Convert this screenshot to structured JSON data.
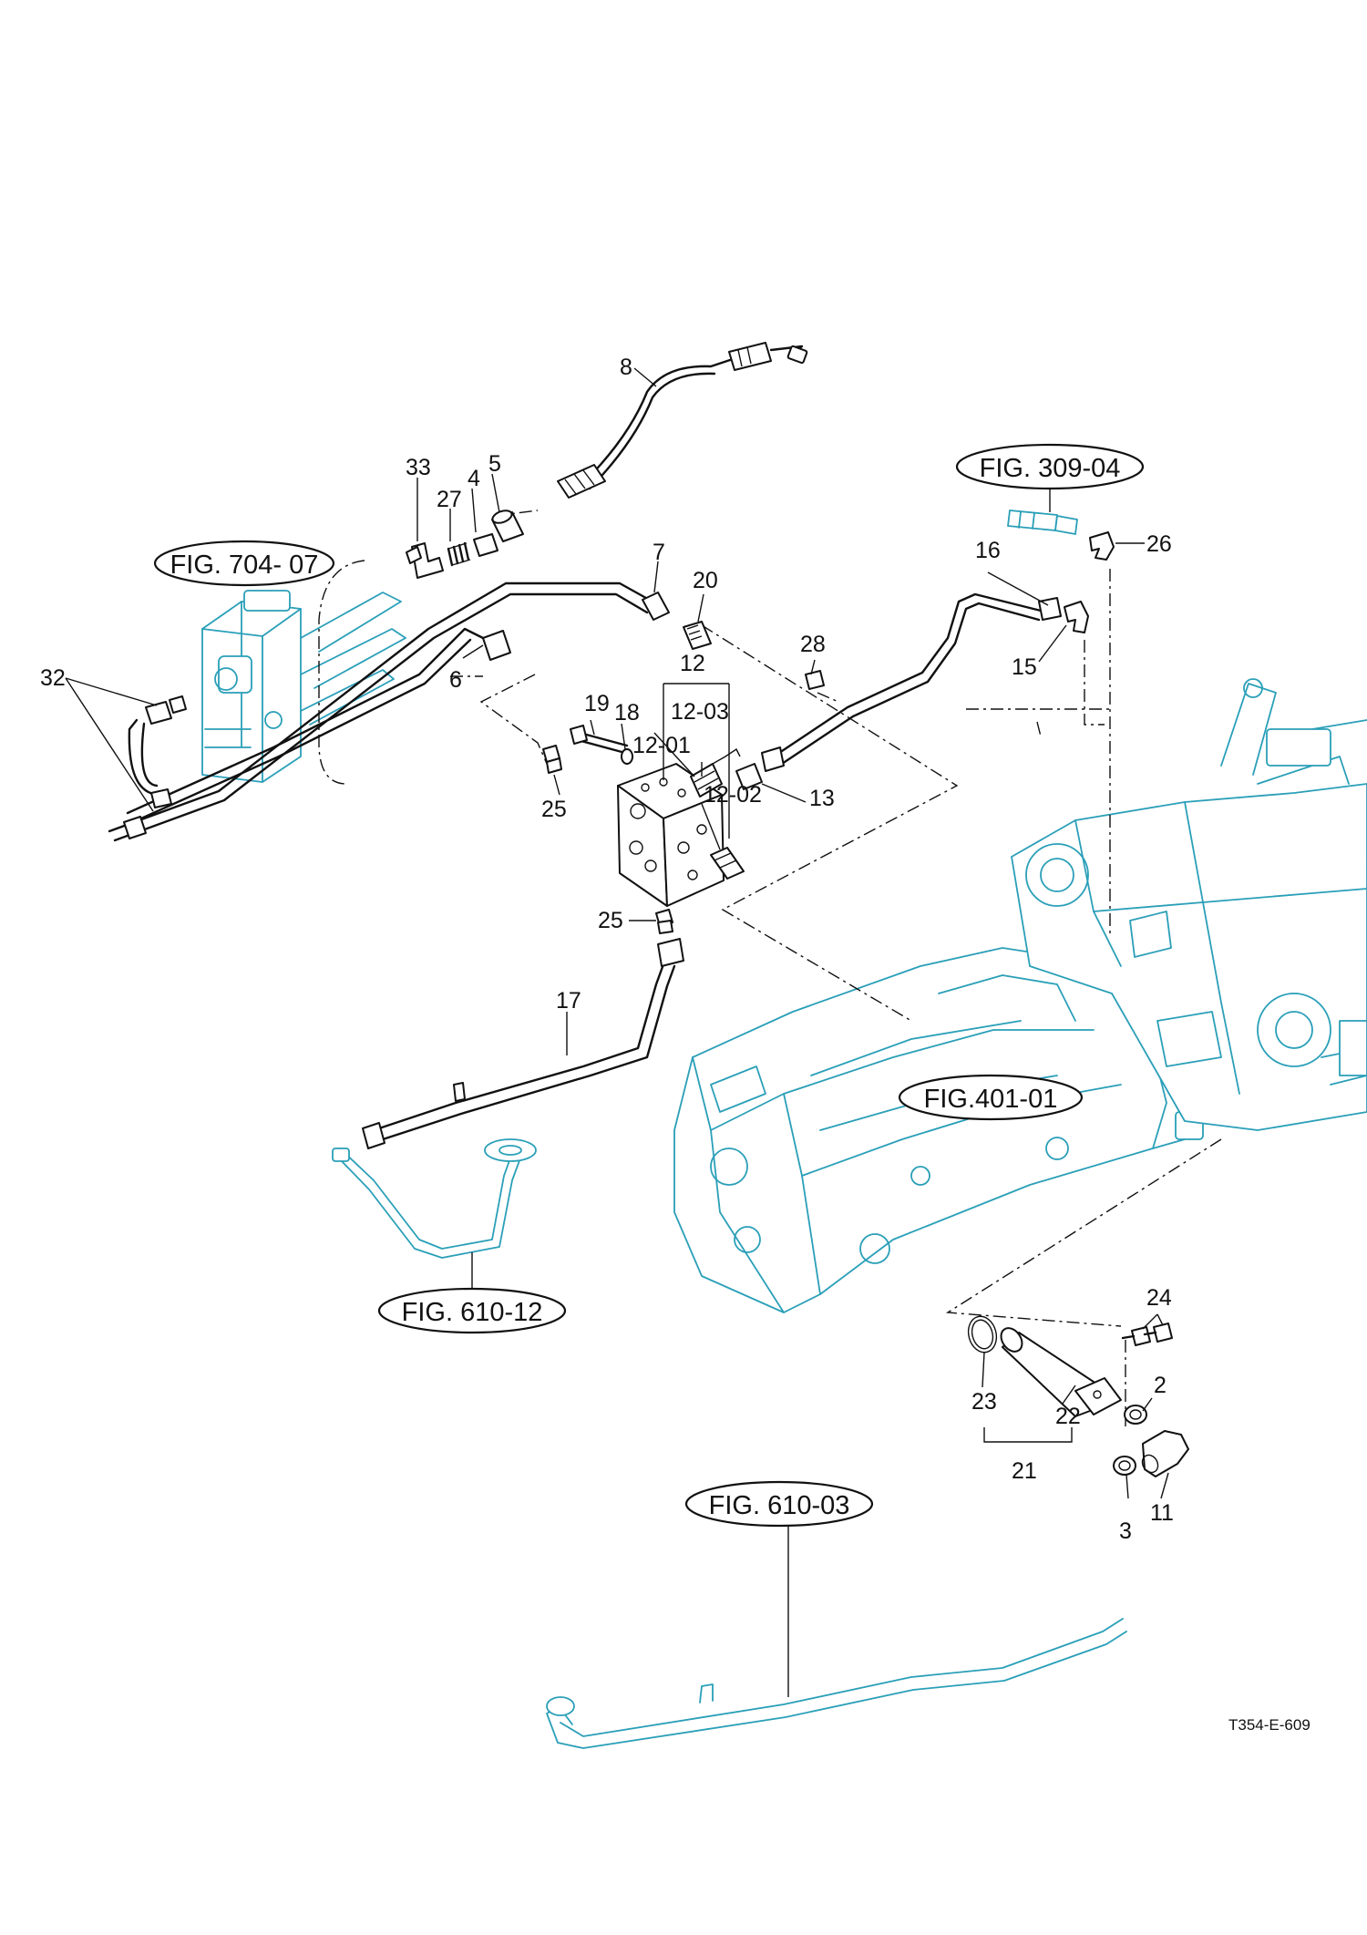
{
  "figure_refs": {
    "ref_704_07": "FIG. 704- 07",
    "ref_309_04": "FIG. 309-04",
    "ref_401_01": "FIG.401-01",
    "ref_610_12": "FIG. 610-12",
    "ref_610_03": "FIG. 610-03"
  },
  "callouts": {
    "p2": "2",
    "p3": "3",
    "p4": "4",
    "p5": "5",
    "p6": "6",
    "p7": "7",
    "p8": "8",
    "p11": "11",
    "p12": "12",
    "p12_01": "12-01",
    "p12_02": "12-02",
    "p12_03": "12-03",
    "p13": "13",
    "p15": "15",
    "p16": "16",
    "p17": "17",
    "p18": "18",
    "p19": "19",
    "p20": "20",
    "p21": "21",
    "p22": "22",
    "p23": "23",
    "p24": "24",
    "p25a": "25",
    "p25b": "25",
    "p26": "26",
    "p27": "27",
    "p28": "28",
    "p32": "32",
    "p33": "33"
  },
  "drawing_code": "T354-E-609",
  "colors": {
    "linework": "#111111",
    "reference_parts": "#2a9fb8",
    "background": "#ffffff"
  }
}
